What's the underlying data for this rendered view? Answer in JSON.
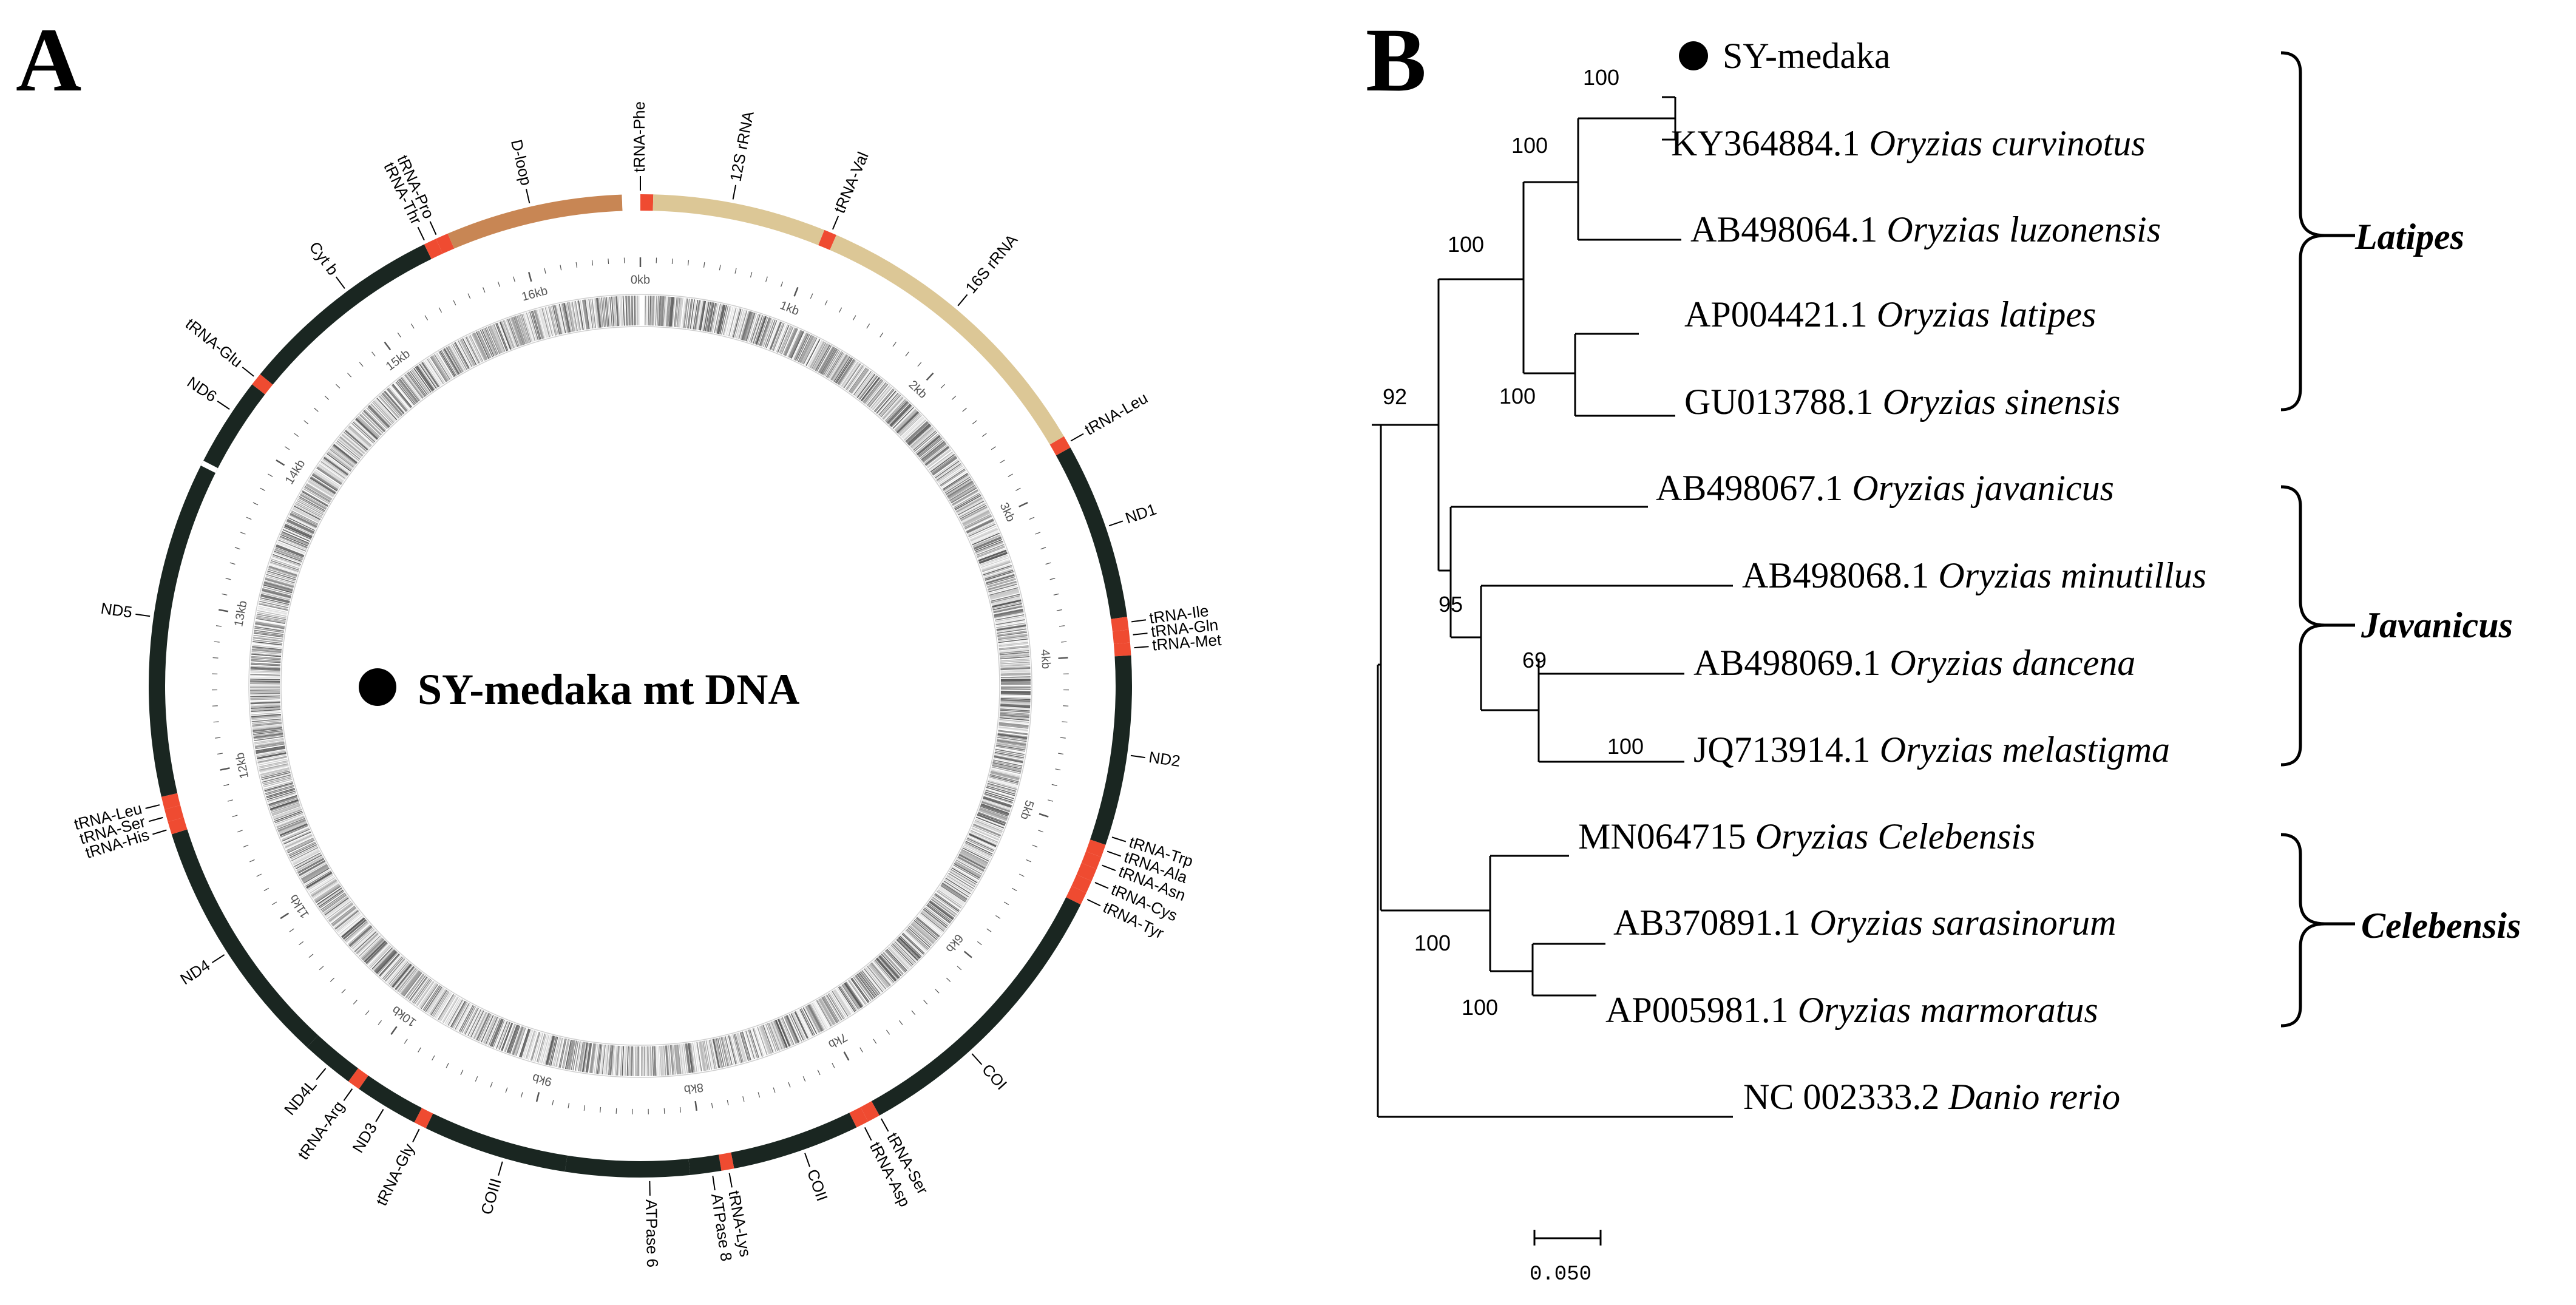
{
  "panel_a": {
    "letter": "A",
    "center_label": "SY-medaka mt DNA",
    "total_kb": 16.7,
    "colors": {
      "ring": "#1a2621",
      "rrna": "#dcc796",
      "dloop": "#c88654",
      "trna": "#ef4b31",
      "gap": "#ffffff"
    },
    "kb_ticks": [
      "0kb",
      "1kb",
      "2kb",
      "3kb",
      "4kb",
      "5kb",
      "6kb",
      "7kb",
      "8kb",
      "9kb",
      "10kb",
      "11kb",
      "12kb",
      "13kb",
      "14kb",
      "15kb",
      "16kb"
    ],
    "genes": [
      {
        "name": "tRNA-Phe",
        "start": 0.0,
        "end": 0.07,
        "type": "trna",
        "label_kb": 0.0
      },
      {
        "name": "12S rRNA",
        "start": 0.07,
        "end": 1.02,
        "type": "rrna",
        "label_kb": 0.5
      },
      {
        "name": "tRNA-Val",
        "start": 1.02,
        "end": 1.09,
        "type": "trna",
        "label_kb": 1.06
      },
      {
        "name": "16S rRNA",
        "start": 1.09,
        "end": 2.76,
        "type": "rrna",
        "label_kb": 1.85
      },
      {
        "name": "tRNA-Leu",
        "start": 2.76,
        "end": 2.83,
        "type": "trna",
        "label_kb": 2.8
      },
      {
        "name": "ND1",
        "start": 2.83,
        "end": 3.8,
        "type": "gene",
        "label_kb": 3.3
      },
      {
        "name": "tRNA-Ile",
        "start": 3.8,
        "end": 3.87,
        "type": "trna",
        "label_kb": 3.83
      },
      {
        "name": "tRNA-Gln",
        "start": 3.87,
        "end": 3.94,
        "type": "trna",
        "label_kb": 3.9
      },
      {
        "name": "tRNA-Met",
        "start": 3.94,
        "end": 4.01,
        "type": "trna",
        "label_kb": 3.97
      },
      {
        "name": "ND2",
        "start": 4.01,
        "end": 5.05,
        "type": "gene",
        "label_kb": 4.55
      },
      {
        "name": "tRNA-Trp",
        "start": 5.05,
        "end": 5.12,
        "type": "trna",
        "label_kb": 5.0
      },
      {
        "name": "tRNA-Ala",
        "start": 5.12,
        "end": 5.19,
        "type": "trna",
        "label_kb": 5.08
      },
      {
        "name": "tRNA-Asn",
        "start": 5.19,
        "end": 5.26,
        "type": "trna",
        "label_kb": 5.16
      },
      {
        "name": "tRNA-Cys",
        "start": 5.26,
        "end": 5.33,
        "type": "trna",
        "label_kb": 5.26
      },
      {
        "name": "tRNA-Tyr",
        "start": 5.33,
        "end": 5.4,
        "type": "trna",
        "label_kb": 5.36
      },
      {
        "name": "COI",
        "start": 5.4,
        "end": 7.0,
        "type": "gene",
        "label_kb": 6.4
      },
      {
        "name": "tRNA-Ser",
        "start": 7.0,
        "end": 7.07,
        "type": "trna",
        "label_kb": 7.0
      },
      {
        "name": "tRNA-Asp",
        "start": 7.07,
        "end": 7.14,
        "type": "trna",
        "label_kb": 7.1
      },
      {
        "name": "COII",
        "start": 7.14,
        "end": 7.84,
        "type": "gene",
        "label_kb": 7.45
      },
      {
        "name": "tRNA-Lys",
        "start": 7.84,
        "end": 7.91,
        "type": "trna",
        "label_kb": 7.87
      },
      {
        "name": "ATPase 8",
        "start": 7.91,
        "end": 8.08,
        "type": "gene",
        "label_kb": 7.96
      },
      {
        "name": "ATPase 6",
        "start": 8.08,
        "end": 8.76,
        "type": "gene",
        "label_kb": 8.3
      },
      {
        "name": "COIII",
        "start": 8.76,
        "end": 9.55,
        "type": "gene",
        "label_kb": 9.1
      },
      {
        "name": "tRNA-Gly",
        "start": 9.55,
        "end": 9.62,
        "type": "trna",
        "label_kb": 9.58
      },
      {
        "name": "ND3",
        "start": 9.62,
        "end": 9.97,
        "type": "gene",
        "label_kb": 9.8
      },
      {
        "name": "tRNA-Arg",
        "start": 9.97,
        "end": 10.04,
        "type": "trna",
        "label_kb": 10.0
      },
      {
        "name": "ND4L",
        "start": 10.04,
        "end": 10.33,
        "type": "gene",
        "label_kb": 10.18
      },
      {
        "name": "ND4",
        "start": 10.33,
        "end": 11.71,
        "type": "gene",
        "label_kb": 11.0
      },
      {
        "name": "tRNA-His",
        "start": 11.71,
        "end": 11.78,
        "type": "trna",
        "label_kb": 11.74
      },
      {
        "name": "tRNA-Ser",
        "start": 11.78,
        "end": 11.85,
        "type": "trna",
        "label_kb": 11.81
      },
      {
        "name": "tRNA-Leu",
        "start": 11.85,
        "end": 11.92,
        "type": "trna",
        "label_kb": 11.88
      },
      {
        "name": "ND5",
        "start": 11.92,
        "end": 13.76,
        "type": "gene",
        "label_kb": 12.9
      },
      {
        "name": "ND6",
        "start": 13.76,
        "end": 14.28,
        "type": "gene",
        "label_kb": 14.1
      },
      {
        "name": "tRNA-Glu",
        "start": 14.28,
        "end": 14.35,
        "type": "trna",
        "label_kb": 14.32
      },
      {
        "name": "Cyt b",
        "start": 14.35,
        "end": 15.49,
        "type": "gene",
        "label_kb": 15.0
      },
      {
        "name": "tRNA-Thr",
        "start": 15.49,
        "end": 15.56,
        "type": "trna",
        "label_kb": 15.5
      },
      {
        "name": "tRNA-Pro",
        "start": 15.56,
        "end": 15.63,
        "type": "trna",
        "label_kb": 15.57
      },
      {
        "name": "D-loop",
        "start": 15.63,
        "end": 16.6,
        "type": "dloop",
        "label_kb": 16.1
      }
    ]
  },
  "panel_b": {
    "letter": "B",
    "taxa": [
      {
        "id": "sy",
        "accession": "SY-medaka",
        "species": "",
        "marker": true
      },
      {
        "id": "cur",
        "accession": "KY364884.1",
        "species": "Oryzias curvinotus",
        "marker": false
      },
      {
        "id": "luz",
        "accession": "AB498064.1",
        "species": "Oryzias luzonensis",
        "marker": false
      },
      {
        "id": "lat",
        "accession": "AP004421.1",
        "species": "Oryzias latipes",
        "marker": false
      },
      {
        "id": "sin",
        "accession": "GU013788.1",
        "species": "Oryzias sinensis",
        "marker": false
      },
      {
        "id": "jav",
        "accession": "AB498067.1",
        "species": "Oryzias javanicus",
        "marker": false
      },
      {
        "id": "min",
        "accession": "AB498068.1",
        "species": "Oryzias minutillus",
        "marker": false
      },
      {
        "id": "dan",
        "accession": "AB498069.1",
        "species": "Oryzias dancena",
        "marker": false
      },
      {
        "id": "mel",
        "accession": "JQ713914.1",
        "species": "Oryzias melastigma",
        "marker": false
      },
      {
        "id": "cel",
        "accession": "MN064715",
        "species": "Oryzias Celebensis",
        "marker": false
      },
      {
        "id": "sar",
        "accession": "AB370891.1",
        "species": "Oryzias sarasinorum",
        "marker": false
      },
      {
        "id": "mar",
        "accession": "AP005981.1",
        "species": "Oryzias marmoratus",
        "marker": false
      },
      {
        "id": "dar",
        "accession": "NC 002333.2",
        "species": "Danio rerio",
        "marker": false
      }
    ],
    "bootstrap": [
      "100",
      "100",
      "100",
      "100",
      "92",
      "95",
      "69",
      "100",
      "100",
      "100"
    ],
    "groups": [
      "Latipes",
      "Javanicus",
      "Celebensis"
    ],
    "scale_label": "0.050"
  }
}
